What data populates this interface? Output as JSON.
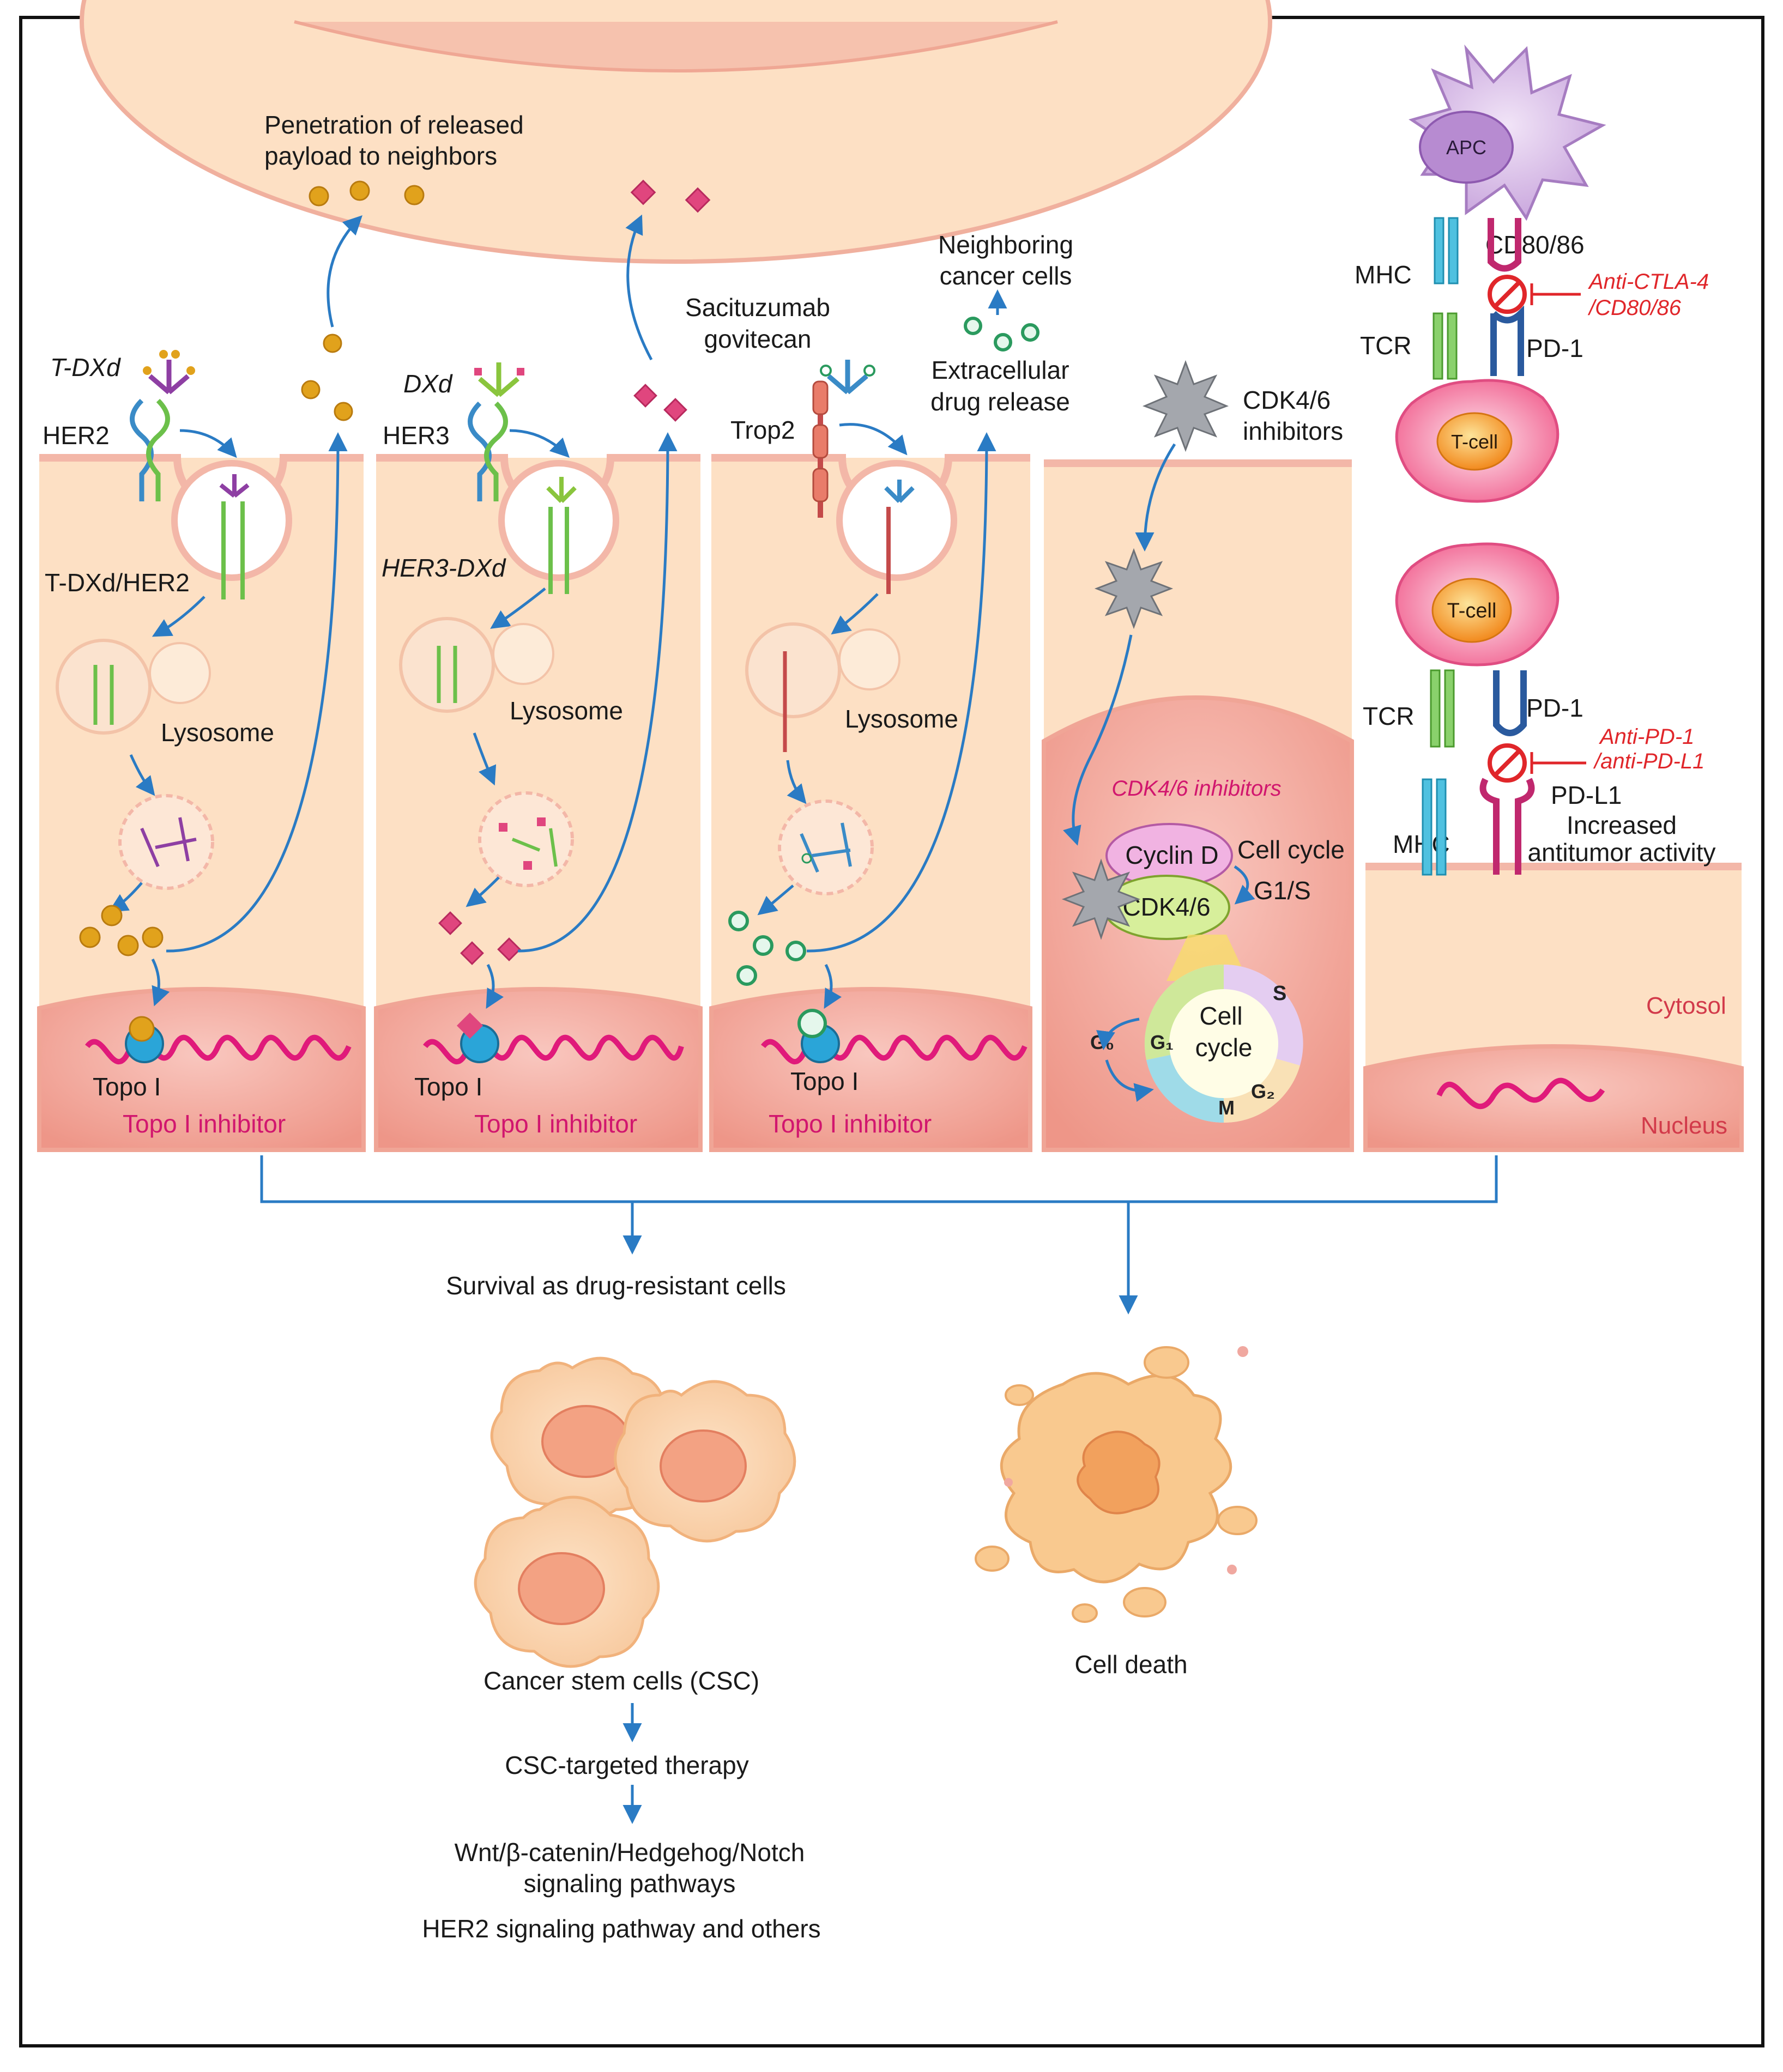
{
  "top": {
    "penetration_line1": "Penetration of released",
    "penetration_line2": "payload to neighbors",
    "neighboring_line1": "Neighboring",
    "neighboring_line2": "cancer cells",
    "extracellular_line1": "Extracellular",
    "extracellular_line2": "drug release"
  },
  "panel1": {
    "adc": "T-DXd",
    "receptor": "HER2",
    "complex": "T-DXd/HER2",
    "lysosome": "Lysosome",
    "enzyme": "Topo I",
    "inhibitor": "Topo I inhibitor"
  },
  "panel2": {
    "adc": "DXd",
    "receptor": "HER3",
    "complex": "HER3-DXd",
    "lysosome": "Lysosome",
    "enzyme": "Topo I",
    "inhibitor": "Topo I inhibitor"
  },
  "panel3": {
    "adc_line1": "Sacituzumab",
    "adc_line2": "govitecan",
    "receptor": "Trop2",
    "lysosome": "Lysosome",
    "enzyme": "Topo I",
    "inhibitor": "Topo I inhibitor"
  },
  "panel4": {
    "drug_line1": "CDK4/6",
    "drug_line2": "inhibitors",
    "nucleus_title": "CDK4/6 inhibitors",
    "cyclin": "Cyclin D",
    "cdk": "CDK4/6",
    "cell_cycle_label": "Cell cycle",
    "g1s": "G1/S",
    "cycle_center_line1": "Cell",
    "cycle_center_line2": "cycle",
    "phase_g0": "G₀",
    "phase_g1": "G₁",
    "phase_s": "S",
    "phase_g2": "G₂",
    "phase_m": "M"
  },
  "panel5": {
    "apc": "APC",
    "mhc_top": "MHC",
    "cd80": "CD80/86",
    "anti_ctla4_line1": "Anti-CTLA-4",
    "anti_ctla4_line2": "/CD80/86",
    "tcr_top": "TCR",
    "pd1_top": "PD-1",
    "tcell_top": "T-cell",
    "tcell_bottom": "T-cell",
    "tcr_bottom": "TCR",
    "pd1_bottom": "PD-1",
    "anti_pd1_line1": "Anti-PD-1",
    "anti_pd1_line2": "/anti-PD-L1",
    "pdl1": "PD-L1",
    "mhc_bottom": "MHC",
    "increased_line1": "Increased",
    "increased_line2": "antitumor activity",
    "cytosol": "Cytosol",
    "nucleus": "Nucleus"
  },
  "bottom": {
    "survival": "Survival as drug-resistant cells",
    "csc": "Cancer stem cells (CSC)",
    "csc_therapy": "CSC-targeted therapy",
    "pathways_line1": "Wnt/β-catenin/Hedgehog/Notch",
    "pathways_line2": "signaling pathways",
    "her2_pathway": "HER2 signaling pathway and others",
    "cell_death": "Cell death"
  },
  "colors": {
    "cytoplasm": "#fde0c4",
    "membrane": "#f3b7a8",
    "nucleus": "#f19b8e",
    "arrow": "#2a7bc4",
    "magenta_text": "#d1166e",
    "red_text": "#e0262a",
    "payload_gold": "#e1a21c",
    "payload_pink": "#e0467e",
    "payload_green": "#2a9a5e"
  }
}
